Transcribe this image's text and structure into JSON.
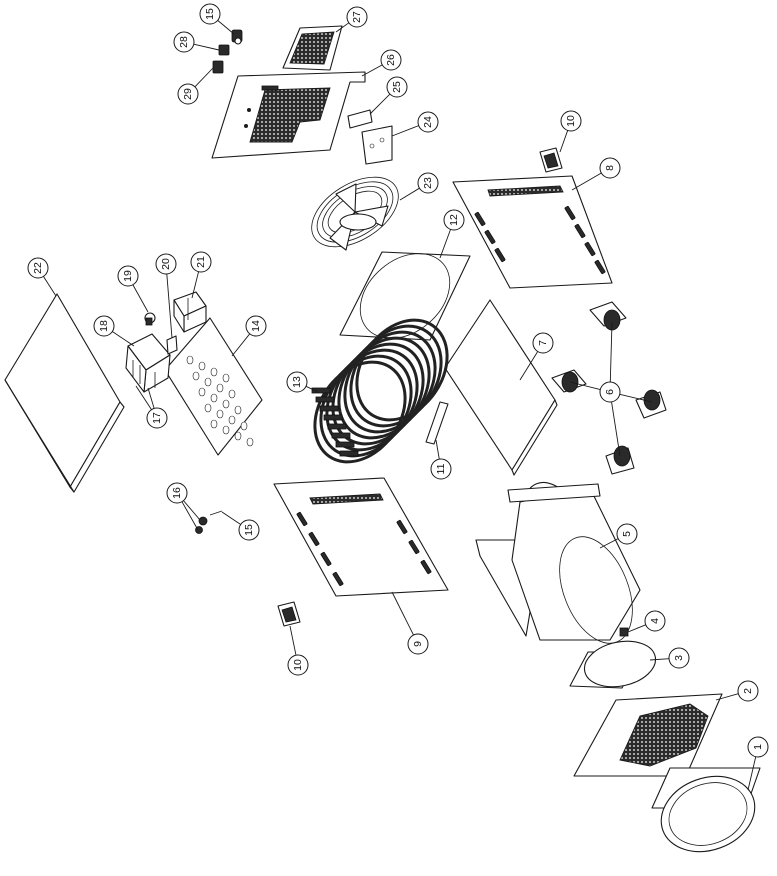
{
  "diagram": {
    "callouts": [
      {
        "id": "c1",
        "label": "1"
      },
      {
        "id": "c2",
        "label": "2"
      },
      {
        "id": "c3",
        "label": "3"
      },
      {
        "id": "c4",
        "label": "4"
      },
      {
        "id": "c5",
        "label": "5"
      },
      {
        "id": "c6",
        "label": "6"
      },
      {
        "id": "c7",
        "label": "7"
      },
      {
        "id": "c8",
        "label": "8"
      },
      {
        "id": "c9",
        "label": "9"
      },
      {
        "id": "c10a",
        "label": "10"
      },
      {
        "id": "c10b",
        "label": "10"
      },
      {
        "id": "c11",
        "label": "11"
      },
      {
        "id": "c12",
        "label": "12"
      },
      {
        "id": "c13",
        "label": "13"
      },
      {
        "id": "c14",
        "label": "14"
      },
      {
        "id": "c15a",
        "label": "15"
      },
      {
        "id": "c15b",
        "label": "15"
      },
      {
        "id": "c16",
        "label": "16"
      },
      {
        "id": "c17",
        "label": "17"
      },
      {
        "id": "c18",
        "label": "18"
      },
      {
        "id": "c19",
        "label": "19"
      },
      {
        "id": "c20",
        "label": "20"
      },
      {
        "id": "c21",
        "label": "21"
      },
      {
        "id": "c22",
        "label": "22"
      },
      {
        "id": "c23",
        "label": "23"
      },
      {
        "id": "c24",
        "label": "24"
      },
      {
        "id": "c25",
        "label": "25"
      },
      {
        "id": "c26",
        "label": "26"
      },
      {
        "id": "c27",
        "label": "27"
      },
      {
        "id": "c28",
        "label": "28"
      },
      {
        "id": "c29",
        "label": "29"
      }
    ]
  }
}
